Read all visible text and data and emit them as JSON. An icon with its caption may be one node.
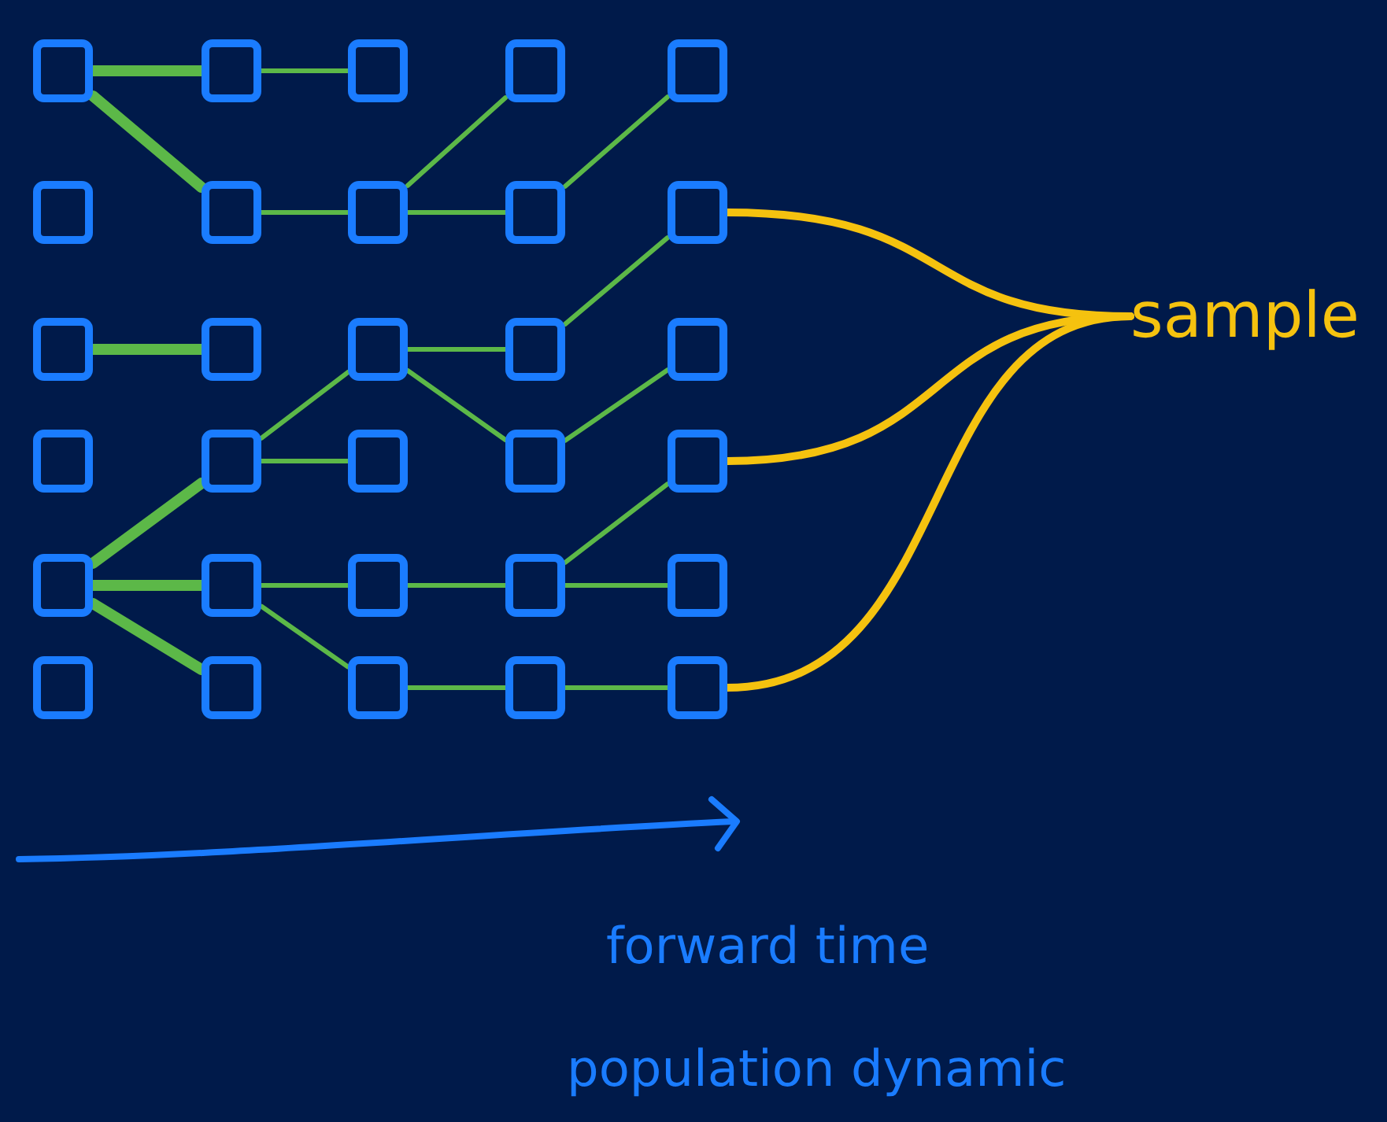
{
  "diagram": {
    "nodes": [
      {
        "text": [],
        "shape": "box"
      },
      {
        "text": [],
        "shape": "box"
      },
      {
        "text": [],
        "shape": "box"
      },
      {
        "text": [],
        "shape": "box"
      },
      {
        "text": [],
        "shape": "box"
      },
      {
        "text": [],
        "shape": "box"
      },
      {
        "text": [],
        "shape": "box"
      },
      {
        "text": [],
        "shape": "box"
      },
      {
        "text": [],
        "shape": "box"
      },
      {
        "text": [],
        "shape": "box"
      },
      {
        "text": [],
        "shape": "box"
      },
      {
        "text": [],
        "shape": "box"
      },
      {
        "text": [],
        "shape": "box"
      },
      {
        "text": [],
        "shape": "box"
      },
      {
        "text": [],
        "shape": "box"
      },
      {
        "text": [],
        "shape": "box"
      },
      {
        "text": [],
        "shape": "box"
      },
      {
        "text": [],
        "shape": "box"
      },
      {
        "text": [],
        "shape": "box"
      },
      {
        "text": [],
        "shape": "box"
      },
      {
        "text": [],
        "shape": "box"
      },
      {
        "text": [],
        "shape": "box"
      },
      {
        "text": [],
        "shape": "box"
      },
      {
        "text": [],
        "shape": "box"
      },
      {
        "text": [],
        "shape": "box"
      },
      {
        "text": [],
        "shape": "box"
      },
      {
        "text": [],
        "shape": "box"
      },
      {
        "text": [],
        "shape": "box"
      },
      {
        "text": [],
        "shape": "box"
      },
      {
        "text": [],
        "shape": "box"
      },
      {
        "text": [
          "sample"
        ]
      }
    ],
    "edges": [
      {
        "from": 0,
        "to": 1,
        "arrow": "none",
        "style": "thick"
      },
      {
        "from": 0,
        "to": 6,
        "arrow": "none",
        "style": "thick"
      },
      {
        "from": 1,
        "to": 2,
        "arrow": "none"
      },
      {
        "from": 6,
        "to": 7,
        "arrow": "none"
      },
      {
        "from": 7,
        "to": 3,
        "arrow": "none"
      },
      {
        "from": 7,
        "to": 8,
        "arrow": "none"
      },
      {
        "from": 8,
        "to": 4,
        "arrow": "none"
      },
      {
        "from": 10,
        "to": 11,
        "arrow": "none",
        "style": "thick"
      },
      {
        "from": 12,
        "to": 13,
        "arrow": "none"
      },
      {
        "from": 12,
        "to": 18,
        "arrow": "none"
      },
      {
        "from": 13,
        "to": 9,
        "arrow": "none"
      },
      {
        "from": 16,
        "to": 12,
        "arrow": "none"
      },
      {
        "from": 16,
        "to": 17,
        "arrow": "none"
      },
      {
        "from": 18,
        "to": 14,
        "arrow": "none"
      },
      {
        "from": 20,
        "to": 16,
        "arrow": "none",
        "style": "thick"
      },
      {
        "from": 20,
        "to": 21,
        "arrow": "none",
        "style": "thick"
      },
      {
        "from": 20,
        "to": 26,
        "arrow": "none",
        "style": "thick"
      },
      {
        "from": 21,
        "to": 22,
        "arrow": "none"
      },
      {
        "from": 21,
        "to": 27,
        "arrow": "none"
      },
      {
        "from": 22,
        "to": 23,
        "arrow": "none"
      },
      {
        "from": 23,
        "to": 19,
        "arrow": "none"
      },
      {
        "from": 23,
        "to": 24,
        "arrow": "none"
      },
      {
        "from": 27,
        "to": 28,
        "arrow": "none"
      },
      {
        "from": 28,
        "to": 29,
        "arrow": "none"
      },
      {
        "from": 9,
        "to": 30,
        "arrow": "none",
        "color": "#f5c20f"
      },
      {
        "from": 19,
        "to": 30,
        "arrow": "none",
        "color": "#f5c20f"
      },
      {
        "from": 29,
        "to": 30,
        "arrow": "none",
        "color": "#f5c20f"
      }
    ],
    "labels": [
      "forward time",
      "population dynamic"
    ]
  }
}
